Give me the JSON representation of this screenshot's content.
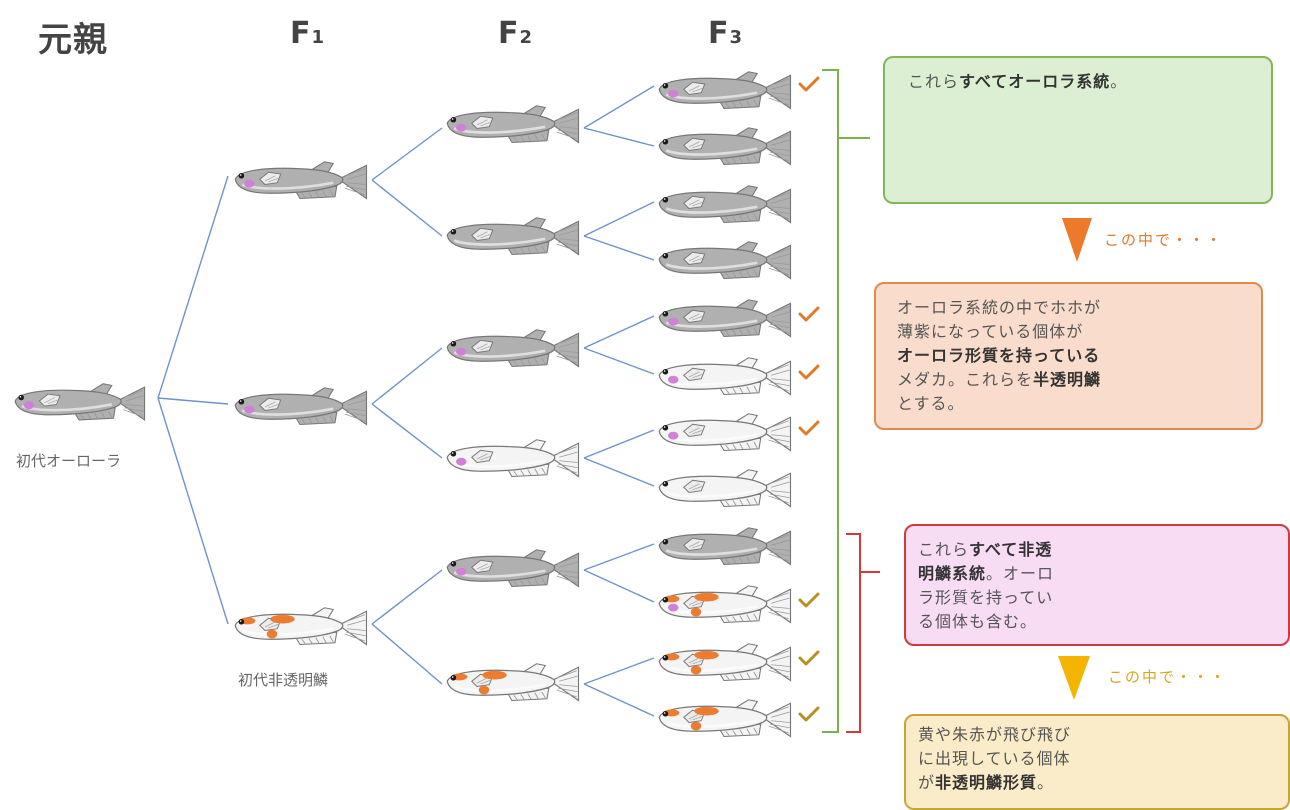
{
  "headers": {
    "parent": "元親",
    "f1": "F",
    "f1_sub": "1",
    "f2": "F",
    "f2_sub": "2",
    "f3": "F",
    "f3_sub": "3"
  },
  "labels": {
    "parent_aurora": "初代オーローラ",
    "f1_nontransparent": "初代非透明鱗"
  },
  "boxes": {
    "aurora_lines": {
      "pre": "これら",
      "bold": "すべてオーロラ系統",
      "post": "。"
    },
    "aurora_trait": {
      "line1": "オーロラ系統の中でホホが",
      "line2": "薄紫になっている個体が",
      "line3_bold": "オーロラ形質を持っている",
      "line4_pre": "メダカ。これらを",
      "line4_bold": "半透明鱗",
      "line5": "とする。"
    },
    "nontransparent_lines": {
      "line1_pre": "これら",
      "line1_bold": "すべて非透",
      "line2_bold": "明鱗系統",
      "line2_post": "。オーロ",
      "line3": "ラ形質を持ってい",
      "line4": "る個体も含む。"
    },
    "nontransparent_trait": {
      "line1": "黄や朱赤が飛び飛び",
      "line2": "に出現している個体",
      "line3_pre": "が",
      "line3_bold": "非透明鱗形質",
      "line3_post": "。"
    }
  },
  "cues": {
    "orange": "この中で・・・",
    "yellow": "この中で・・・"
  },
  "colors": {
    "tree_line": "#6f93c8",
    "bracket_green": "#7bb04a",
    "bracket_red": "#d23a3a",
    "check_orange": "#e07a2a",
    "check_gold": "#b89020",
    "box_green_fill": "#dcefd2",
    "box_green_border": "#82b65a",
    "box_orange_fill": "#f9dccb",
    "box_orange_border": "#e08a52",
    "box_pink_fill": "#f7dcf4",
    "box_pink_border": "#d4373f",
    "box_yellow_fill": "#fbecc9",
    "box_yellow_border": "#c9a23a",
    "fish_gray": "#b0b0b0",
    "fish_white": "#f4f4f4",
    "cheek_purple": "#d17fd8",
    "orange_spot": "#ec7c30"
  },
  "icons": {
    "check": "checkmark-icon",
    "arrow": "down-triangle-icon",
    "fish": "medaka-fish-icon"
  }
}
